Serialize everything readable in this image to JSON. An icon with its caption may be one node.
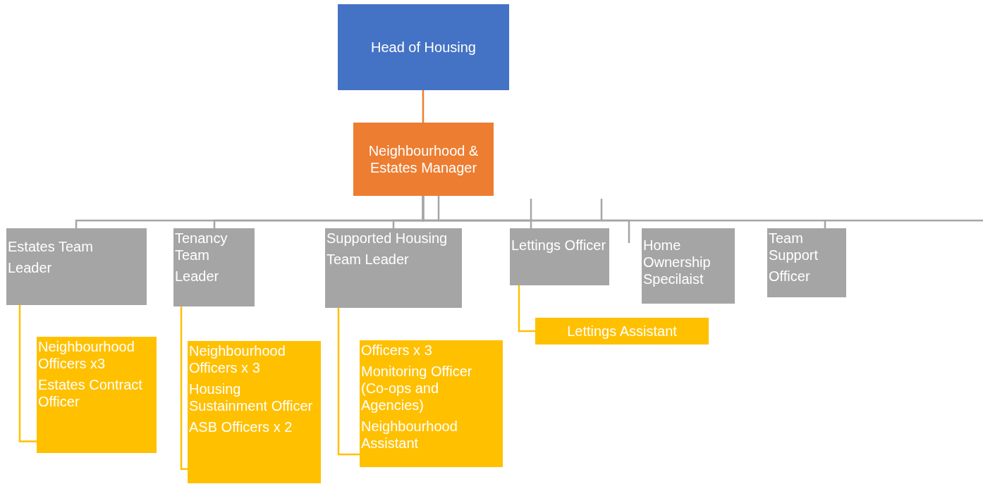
{
  "diagram": {
    "nodes": [
      {
        "text": [
          "Head of Housing"
        ]
      },
      {
        "text": [
          "Neighbourhood & Estates Manager"
        ]
      },
      {
        "text": [
          "Estates Team",
          "Leader"
        ]
      },
      {
        "text": [
          "Tenancy Team",
          "Leader"
        ]
      },
      {
        "text": [
          "Supported Housing",
          "Team Leader"
        ]
      },
      {
        "text": [
          "Lettings Officer"
        ]
      },
      {
        "text": [
          "Home Ownership Specilaist"
        ]
      },
      {
        "text": [
          "Team Support",
          "Officer"
        ]
      },
      {
        "text": [
          "Neighbourhood Officers x3",
          "Estates Contract Officer"
        ]
      },
      {
        "text": [
          "Neighbourhood Officers x 3",
          "Housing Sustainment Officer",
          "ASB Officers x 2"
        ]
      },
      {
        "text": [
          "Officers x 3",
          "Monitoring Officer (Co-ops and Agencies)",
          "Neighbourhood Assistant"
        ]
      },
      {
        "text": [
          "Lettings Assistant"
        ]
      }
    ],
    "edges": [
      {
        "from": 0,
        "to": 1,
        "arrow": "none",
        "color": "#ed7d31"
      },
      {
        "from": 1,
        "to": 2,
        "arrow": "none"
      },
      {
        "from": 1,
        "to": 3,
        "arrow": "none"
      },
      {
        "from": 1,
        "to": 4,
        "arrow": "none"
      },
      {
        "from": 1,
        "to": 5,
        "arrow": "none"
      },
      {
        "from": 1,
        "to": 6,
        "arrow": "none"
      },
      {
        "from": 1,
        "to": 7,
        "arrow": "none"
      },
      {
        "from": 2,
        "to": 8,
        "arrow": "none",
        "color": "#ffc000"
      },
      {
        "from": 3,
        "to": 9,
        "arrow": "none",
        "color": "#ffc000"
      },
      {
        "from": 4,
        "to": 10,
        "arrow": "none",
        "color": "#ffc000"
      },
      {
        "from": 5,
        "to": 11,
        "arrow": "none",
        "color": "#ffc000"
      }
    ]
  }
}
